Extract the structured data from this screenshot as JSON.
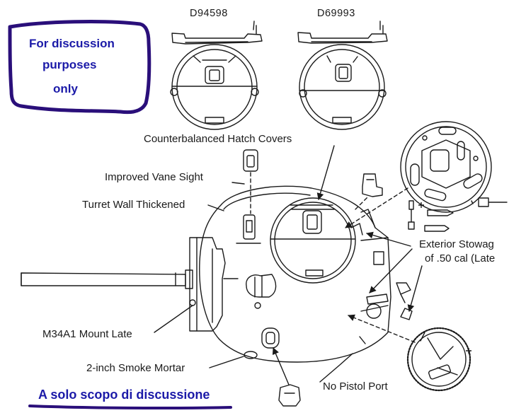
{
  "parts": {
    "hatch_left_code": "D94598",
    "hatch_right_code": "D69993"
  },
  "labels": {
    "hatch_covers": "Counterbalanced Hatch Covers",
    "vane_sight": "Improved Vane Sight",
    "turret_wall": "Turret Wall Thickened",
    "exterior_stowage_line1": "Exterior Stowag",
    "exterior_stowage_line2": "of .50 cal (Late",
    "mount": "M34A1 Mount Late",
    "smoke_mortar": "2-inch Smoke Mortar",
    "pistol_port": "No Pistol Port"
  },
  "notes": {
    "discussion_en_line1": "For discussion",
    "discussion_en_line2": "purposes",
    "discussion_en_line3": "only",
    "discussion_it": "A solo scopo di discussione"
  },
  "colors": {
    "ink": "#1a1a1a",
    "annotation_blue": "#1b1aa8",
    "marker_purple": "#2a0f7a"
  }
}
